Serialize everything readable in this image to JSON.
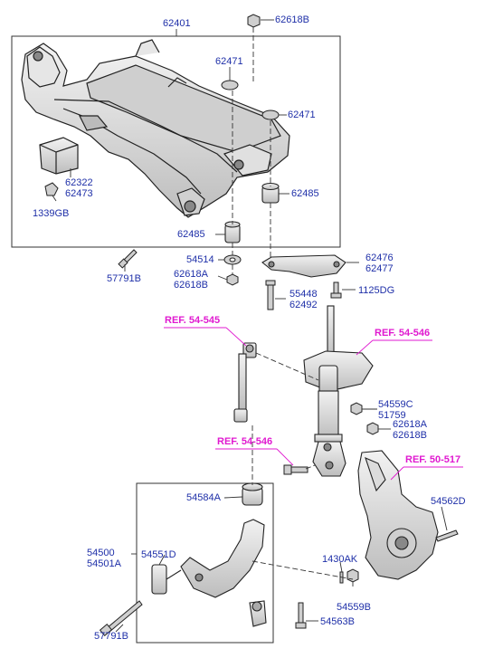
{
  "colors": {
    "label": "#1e2fa8",
    "ref": "#e01ad0",
    "line": "#333333",
    "part_fill": "#d8d8d8",
    "part_dark": "#9a9a9a"
  },
  "labels": {
    "p62401": "62401",
    "p62618B_top": "62618B",
    "p62471_a": "62471",
    "p62471_b": "62471",
    "p62322": "62322",
    "p62473": "62473",
    "p1339GB": "1339GB",
    "p62485_a": "62485",
    "p62485_b": "62485",
    "p57791B_a": "57791B",
    "p54514": "54514",
    "p62618A_a": "62618A",
    "p62618B_a": "62618B",
    "p62476": "62476",
    "p62477": "62477",
    "p55448": "55448",
    "p62492": "62492",
    "p1125DG": "1125DG",
    "p54559C": "54559C",
    "p51759": "51759",
    "p62618A_b": "62618A",
    "p62618B_b": "62618B",
    "p54584A": "54584A",
    "p54562D": "54562D",
    "p54500": "54500",
    "p54501A": "54501A",
    "p54551D": "54551D",
    "p1430AK": "1430AK",
    "p54559B": "54559B",
    "p54563B": "54563B",
    "p57791B_b": "57791B"
  },
  "refs": {
    "r1": "REF. 54-545",
    "r2": "REF. 54-546",
    "r3": "REF. 54-546",
    "r4": "REF. 50-517"
  }
}
